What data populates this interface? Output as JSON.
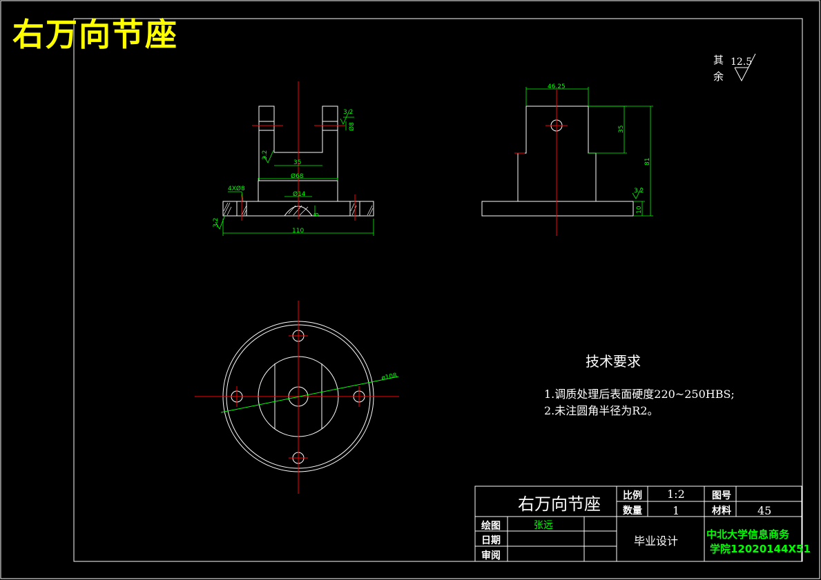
{
  "drawing_title": "右万向节座",
  "roughness_note": {
    "line1": "其",
    "line2": "余",
    "value": "12.5"
  },
  "technical_requirements": {
    "heading": "技术要求",
    "items": [
      "1.调质处理后表面硬度220~250HBS;",
      "2.未注圆角半径为R2。"
    ]
  },
  "dimensions": {
    "front_view": {
      "width_110": "110",
      "dia_68": "Ø68",
      "slot_35": "35",
      "dia_14": "Ø14",
      "holes": "4XØ8",
      "dia_8_upper": "Ø8",
      "depth_8": "8",
      "rough_a": "3.2",
      "rough_b": "3.2",
      "rough_c": "3.2"
    },
    "side_view": {
      "width_46_25": "46.25",
      "height_35": "35",
      "height_81": "81",
      "height_10": "10",
      "rough_d": "3.2"
    },
    "top_view": {
      "dia_108": "ø108"
    }
  },
  "title_block": {
    "part_name": "右万向节座",
    "scale_label": "比例",
    "scale_value": "1:2",
    "drawing_no_label": "图号",
    "drawing_no_value": "",
    "quantity_label": "数量",
    "quantity_value": "1",
    "material_label": "材料",
    "material_value": "45",
    "drawn_by_label": "绘图",
    "drawn_by_value": "张远",
    "date_label": "日期",
    "review_label": "审阅",
    "project": "毕业设计",
    "school_line1": "中北大学信息商务",
    "school_line2": "学院12020144X51"
  },
  "colors": {
    "background": "#000000",
    "outline": "#ffffff",
    "center_line": "#ff0000",
    "dimension": "#00ff00",
    "title": "#ffff00"
  }
}
